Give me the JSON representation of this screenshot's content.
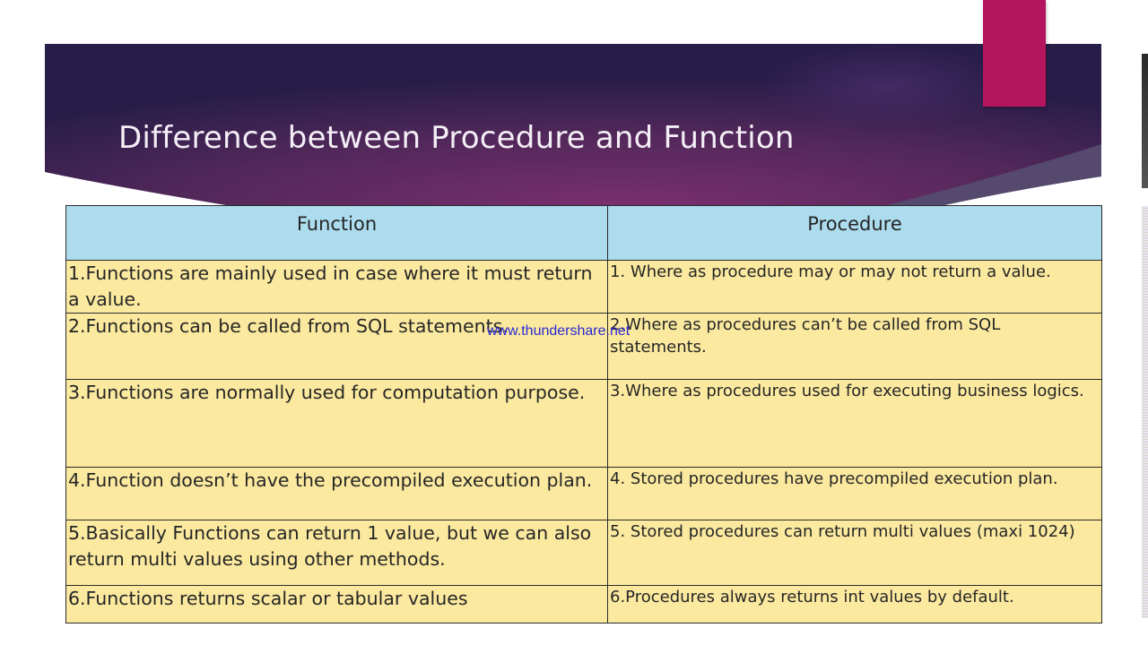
{
  "slide": {
    "title": "Difference between Procedure and Function",
    "colors": {
      "banner_dark": "#2a1e4a",
      "banner_mid": "#6a2c66",
      "accent": "#b5145e",
      "header_bg": "#acdcee",
      "cell_bg": "#fbe99f"
    }
  },
  "table": {
    "headers": [
      "Function",
      "Procedure"
    ],
    "rows": [
      {
        "function": "1.Functions are mainly used in case where it must return a value.",
        "procedure": "1. Where as procedure may or may not return a value."
      },
      {
        "function": "2.Functions can be called from SQL statements.",
        "procedure": "2.Where as procedures can’t be called from SQL statements."
      },
      {
        "function": "3.Functions are normally used for computation purpose.",
        "procedure": "3.Where as procedures used for executing business logics."
      },
      {
        "function": "4.Function doesn’t have the precompiled execution plan.",
        "procedure": "4. Stored procedures have precompiled execution plan."
      },
      {
        "function": "5.Basically Functions can return 1 value, but we can also return multi values using other methods.",
        "procedure": "5. Stored procedures can return multi values (maxi 1024)"
      },
      {
        "function": "6.Functions returns scalar or tabular values",
        "procedure": "6.Procedures always returns int values by default."
      }
    ]
  },
  "watermark": "www.thundershare.net"
}
